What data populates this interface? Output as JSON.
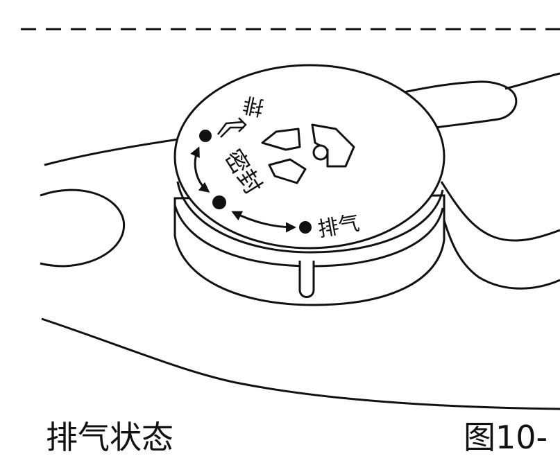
{
  "diagram": {
    "labels": {
      "vent_top": "排",
      "seal": "密封",
      "vent": "排气"
    },
    "caption_state": "排气状态",
    "caption_figure": "图10-"
  }
}
